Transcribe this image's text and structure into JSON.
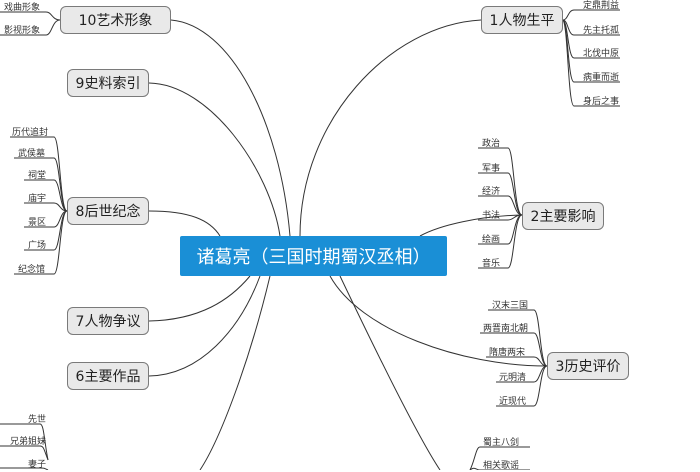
{
  "center": "诸葛亮（三国时期蜀汉丞相）",
  "topics": {
    "t1": "1人物生平",
    "t2": "2主要影响",
    "t3": "3历史评价",
    "t6": "6主要作品",
    "t7": "7人物争议",
    "t8": "8后世纪念",
    "t9": "9史料索引",
    "t10": "10艺术形象"
  },
  "leaves": {
    "t1": [
      "定鼎荆益",
      "先主托孤",
      "北伐中原",
      "病重而逝",
      "身后之事"
    ],
    "t2": [
      "政治",
      "军事",
      "经济",
      "书法",
      "绘画",
      "音乐"
    ],
    "t3": [
      "汉末三国",
      "两晋南北朝",
      "隋唐两宋",
      "元明清",
      "近现代"
    ],
    "t8": [
      "历代追封",
      "武侯墓",
      "祠堂",
      "庙宇",
      "景区",
      "广场",
      "纪念馆"
    ],
    "t10": [
      "戏曲形象",
      "影视形象"
    ],
    "bottom_left": [
      "先世",
      "兄弟姐妹",
      "妻子"
    ],
    "bottom_right": [
      "蜀主八剑",
      "相关歌谣"
    ]
  }
}
